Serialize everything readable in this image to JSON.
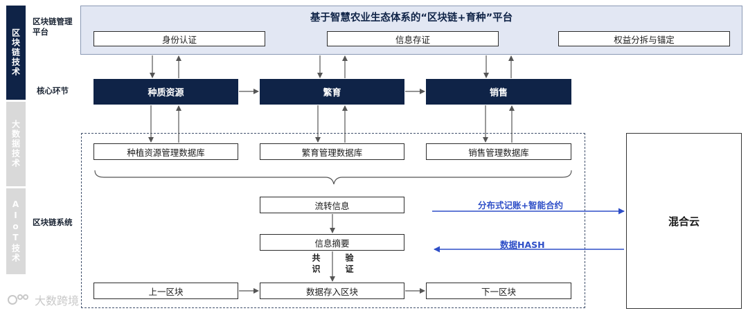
{
  "tabs": {
    "blockchain": "区块链技术",
    "bigdata": "大数据技术",
    "aiot": "AIoT技术"
  },
  "row_labels": {
    "platform": "区块链管理平台",
    "core": "核心环节",
    "system": "区块链系统"
  },
  "platform": {
    "title": "基于智慧农业生态体系的“区块链+育种”平台",
    "items": [
      "身份认证",
      "信息存证",
      "权益分拆与锚定"
    ]
  },
  "core": [
    "种质资源",
    "繁育",
    "销售"
  ],
  "databases": [
    "种植资源管理数据库",
    "繁育管理数据库",
    "销售管理数据库"
  ],
  "flow": {
    "circulation": "流转信息",
    "digest": "信息摘要",
    "consensus": "共识",
    "verify": "验证",
    "prev_block": "上一区块",
    "store_block": "数据存入区块",
    "next_block": "下一区块"
  },
  "cloud": {
    "label": "混合云",
    "to_cloud": "分布式记账+智能合约",
    "from_cloud": "数据HASH"
  },
  "watermark": "大数跨境",
  "colors": {
    "dark_navy": "#0f2347",
    "platform_bg": "#e2e7f3",
    "blue_arrow": "#2e4ec7",
    "gray_tab": "#d9d9d9"
  }
}
